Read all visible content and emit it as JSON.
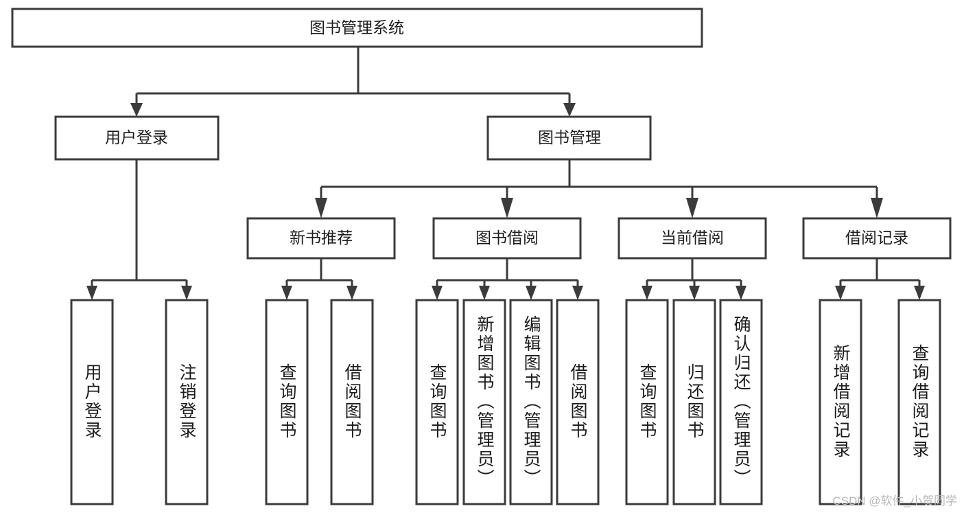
{
  "diagram": {
    "type": "tree-hierarchy",
    "title": "图书管理系统",
    "watermark": "CSDN @软件_小贺同学",
    "colors": {
      "box_stroke": "#3b3b3b",
      "box_fill": "#ffffff",
      "text": "#1c1c1c",
      "connector": "#3b3b3b",
      "watermark": "#b8b8b8",
      "background": "#ffffff"
    },
    "root": {
      "label": "图书管理系统"
    },
    "level1": [
      {
        "label": "用户登录"
      },
      {
        "label": "图书管理"
      }
    ],
    "level2": [
      {
        "label": "新书推荐"
      },
      {
        "label": "图书借阅"
      },
      {
        "label": "当前借阅"
      },
      {
        "label": "借阅记录"
      }
    ],
    "leaves": {
      "user_login": [
        {
          "label": "用户登录"
        },
        {
          "label": "注销登录"
        }
      ],
      "new_book_recommend": [
        {
          "label": "查询图书"
        },
        {
          "label": "借阅图书"
        }
      ],
      "book_borrow": [
        {
          "label": "查询图书"
        },
        {
          "label": "新增图书（管理员）"
        },
        {
          "label": "编辑图书（管理员）"
        },
        {
          "label": "借阅图书"
        }
      ],
      "current_borrow": [
        {
          "label": "查询图书"
        },
        {
          "label": "归还图书"
        },
        {
          "label": "确认归还（管理员）"
        }
      ],
      "borrow_record": [
        {
          "label": "新增借阅记录"
        },
        {
          "label": "查询借阅记录"
        }
      ]
    }
  }
}
